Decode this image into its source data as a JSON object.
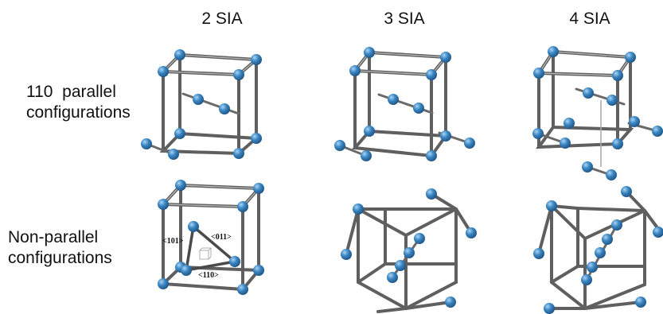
{
  "columns": {
    "c1": "2 SIA",
    "c2": "3 SIA",
    "c3": "4 SIA"
  },
  "rows": {
    "r1": {
      "line1": "110  parallel",
      "line2": "configurations"
    },
    "r2": {
      "line1": "Non-parallel",
      "line2": "configurations"
    }
  },
  "annotations": {
    "a101": "<101>",
    "a011": "<011>",
    "a110": "<110>"
  },
  "colors": {
    "atom": "#2f77b4",
    "bond": "#5f5f5f"
  }
}
